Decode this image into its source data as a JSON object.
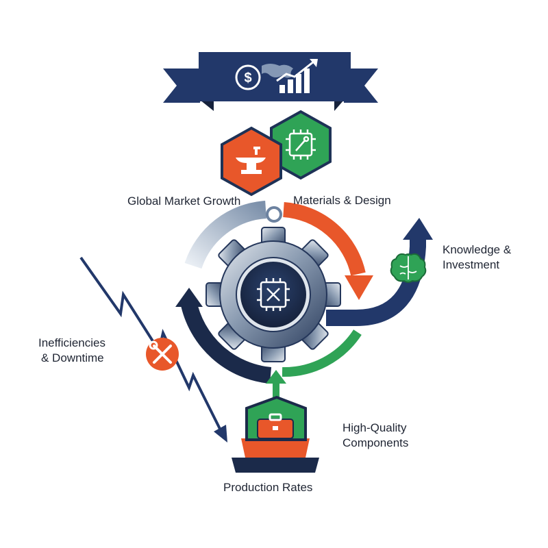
{
  "labels": {
    "global_market_growth": "Global Market Growth",
    "materials_design": "Materials & Design",
    "knowledge_line1": "Knowledge &",
    "knowledge_line2": "Investment",
    "inefficiencies_line1": "Inefficiencies",
    "inefficiencies_line2": "& Downtime",
    "hq_line1": "High-Quality",
    "hq_line2": "Components",
    "production_rates": "Production Rates"
  },
  "icons": {
    "banner": [
      "dollar-globe-icon",
      "bar-chart-up-icon"
    ],
    "hexagons": [
      "anvil-icon",
      "chip-wrench-icon"
    ],
    "gear_center": "chip-tools-icon",
    "right": "brain-icon",
    "left": "wrench-screwdriver-icon",
    "bottom": "toolbox-factory-icon"
  },
  "colors": {
    "navy": "#22386a",
    "dark_navy": "#1b2a4a",
    "orange": "#e8572a",
    "green": "#2fa356",
    "steel": "#7b8fa8",
    "light_steel": "#c9d3df"
  }
}
